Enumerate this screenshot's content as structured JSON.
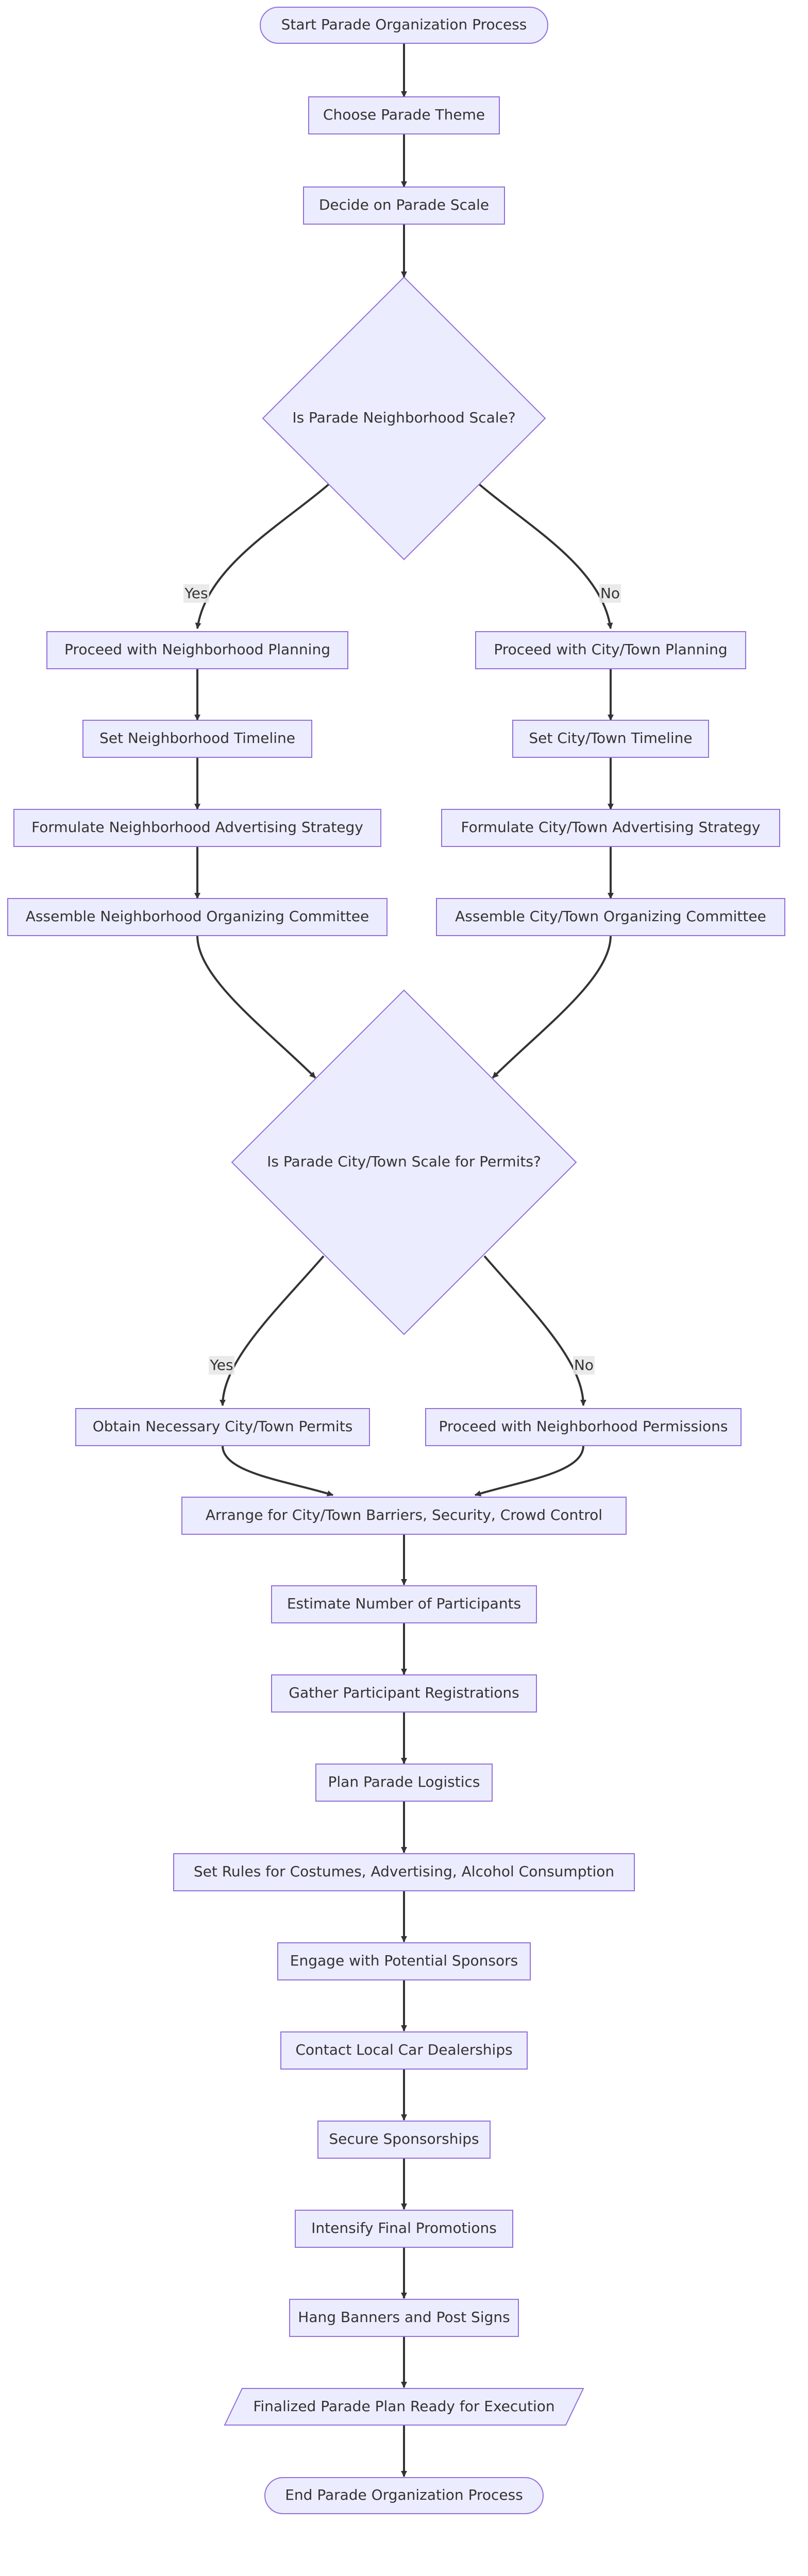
{
  "flowchart": {
    "nodes": {
      "start": "Start Parade Organization Process",
      "theme": "Choose Parade Theme",
      "scale": "Decide on Parade Scale",
      "decision_neighborhood": "Is Parade Neighborhood Scale?",
      "nb_planning": "Proceed with Neighborhood Planning",
      "city_planning": "Proceed with City/Town Planning",
      "nb_timeline": "Set Neighborhood Timeline",
      "city_timeline": "Set City/Town Timeline",
      "nb_advertising": "Formulate Neighborhood Advertising Strategy",
      "city_advertising": "Formulate City/Town Advertising Strategy",
      "nb_committee": "Assemble Neighborhood Organizing Committee",
      "city_committee": "Assemble City/Town Organizing Committee",
      "decision_permits": "Is Parade City/Town Scale for Permits?",
      "city_permits": "Obtain Necessary City/Town Permits",
      "nb_permissions": "Proceed with Neighborhood Permissions",
      "barriers": "Arrange for City/Town Barriers, Security, Crowd Control",
      "estimate": "Estimate Number of Participants",
      "registrations": "Gather Participant Registrations",
      "logistics": "Plan Parade Logistics",
      "rules": "Set Rules for Costumes, Advertising, Alcohol Consumption",
      "sponsors": "Engage with Potential Sponsors",
      "car_dealers": "Contact Local Car Dealerships",
      "secure": "Secure Sponsorships",
      "promotions": "Intensify Final Promotions",
      "banners": "Hang Banners and Post Signs",
      "finalized": "Finalized Parade Plan Ready for Execution",
      "end": "End Parade Organization Process"
    },
    "edge_labels": {
      "yes_1": "Yes",
      "no_1": "No",
      "yes_2": "Yes",
      "no_2": "No"
    }
  },
  "colors": {
    "node_fill": "#ECECFF",
    "node_stroke": "#9370DB",
    "edge": "#333333",
    "text": "#333333",
    "label_bg": "#E8E8E8"
  }
}
